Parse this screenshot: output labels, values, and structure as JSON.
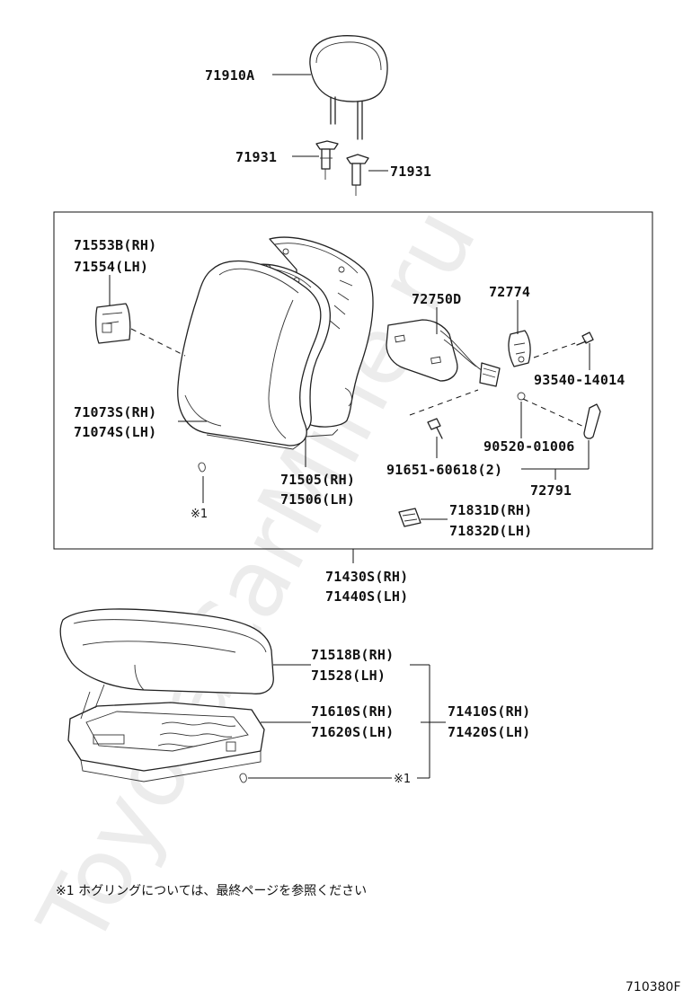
{
  "watermark": "ToyotaCarMine.ru",
  "labels": {
    "headrest": "71910A",
    "guide_left": "71931",
    "guide_right": "71931",
    "shield_rh": "71553B(RH)",
    "shield_lh": "71554(LH)",
    "back_cover_rh": "71073S(RH)",
    "back_cover_lh": "71074S(LH)",
    "back_pad_rh": "71505(RH)",
    "back_pad_lh": "71506(LH)",
    "lumbar": "72750D",
    "lever_cover": "72774",
    "screw_93540": "93540-14014",
    "screw_90520": "90520-01006",
    "screw_91651": "91651-60618(2)",
    "knob": "72791",
    "clip_rh": "71831D(RH)",
    "clip_lh": "71832D(LH)",
    "back_assy_rh": "71430S(RH)",
    "back_assy_lh": "71440S(LH)",
    "cushion_cover_rh": "71518B(RH)",
    "cushion_cover_lh": "71528(LH)",
    "cushion_pad_rh": "71610S(RH)",
    "cushion_pad_lh": "71620S(LH)",
    "cushion_assy_rh": "71410S(RH)",
    "cushion_assy_lh": "71420S(LH)",
    "ref_mark_back": "※1",
    "ref_mark_cushion": "※1"
  },
  "footnote": "※1  ホグリングについては、最終ページを参照ください",
  "figure_code": "710380F"
}
